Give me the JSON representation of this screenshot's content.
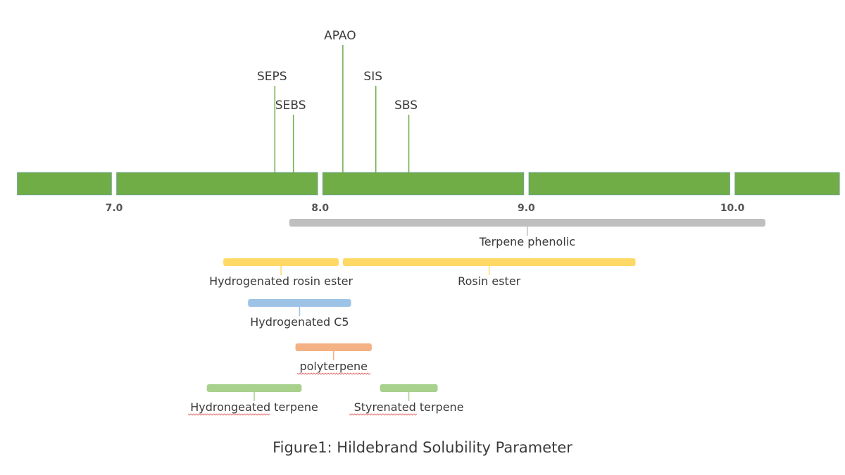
{
  "chart_data": {
    "type": "range-diagram",
    "title": "Figure1: Hildebrand Solubility Parameter",
    "axis": {
      "min": 6.53,
      "max": 10.52,
      "ticks": [
        7.0,
        8.0,
        9.0,
        10.0
      ],
      "tick_labels": [
        "7.0",
        "8.0",
        "9.0",
        "10.0"
      ],
      "color": "#70ad47"
    },
    "markers": [
      {
        "name": "SEPS",
        "value": 7.78
      },
      {
        "name": "SEBS",
        "value": 7.87
      },
      {
        "name": "APAO",
        "value": 8.11
      },
      {
        "name": "SIS",
        "value": 8.27
      },
      {
        "name": "SBS",
        "value": 8.43
      }
    ],
    "ranges": [
      {
        "name": "Terpene phenolic",
        "min": 7.85,
        "max": 10.16,
        "color": "#bfbfbf",
        "row": 0
      },
      {
        "name": "Hydrogenated rosin ester",
        "min": 7.53,
        "max": 8.09,
        "color": "#ffd966",
        "row": 1
      },
      {
        "name": "Rosin ester",
        "min": 8.11,
        "max": 9.53,
        "color": "#ffd966",
        "row": 1
      },
      {
        "name": "Hydrogenated C5",
        "min": 7.65,
        "max": 8.15,
        "color": "#9dc3e6",
        "row": 2
      },
      {
        "name": "polyterpene",
        "min": 7.88,
        "max": 8.25,
        "color": "#f4b183",
        "row": 3
      },
      {
        "name": "Hydrongeated terpene",
        "min": 7.45,
        "max": 7.91,
        "color": "#a9d18e",
        "row": 4
      },
      {
        "name": "Styrenated terpene",
        "min": 8.29,
        "max": 8.57,
        "color": "#a9d18e",
        "row": 4
      }
    ],
    "marker_color": "#70ad47"
  }
}
